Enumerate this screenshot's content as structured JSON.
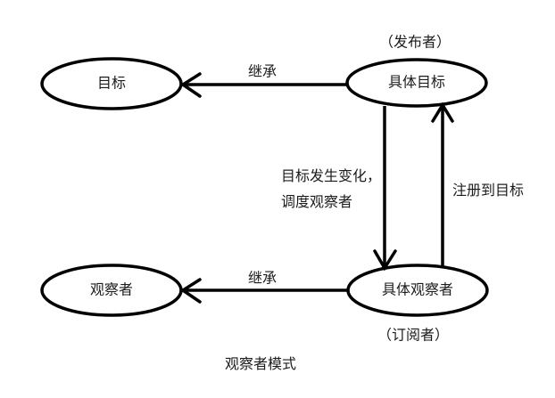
{
  "diagram": {
    "title": "观察者模式",
    "nodes": {
      "target": {
        "label": "目标"
      },
      "concrete_target": {
        "label": "具体目标",
        "annotation": "（发布者）"
      },
      "observer": {
        "label": "观察者"
      },
      "concrete_observer": {
        "label": "具体观察者",
        "annotation": "（订阅者）"
      }
    },
    "edges": {
      "inherit_top": {
        "label": "继承"
      },
      "inherit_bottom": {
        "label": "继承"
      },
      "notify": {
        "label_line1": "目标发生变化，",
        "label_line2": "调度观察者"
      },
      "register": {
        "label": "注册到目标"
      }
    },
    "colors": {
      "background": "#ffffff",
      "stroke": "#000000",
      "text": "#1c1c1c"
    }
  }
}
